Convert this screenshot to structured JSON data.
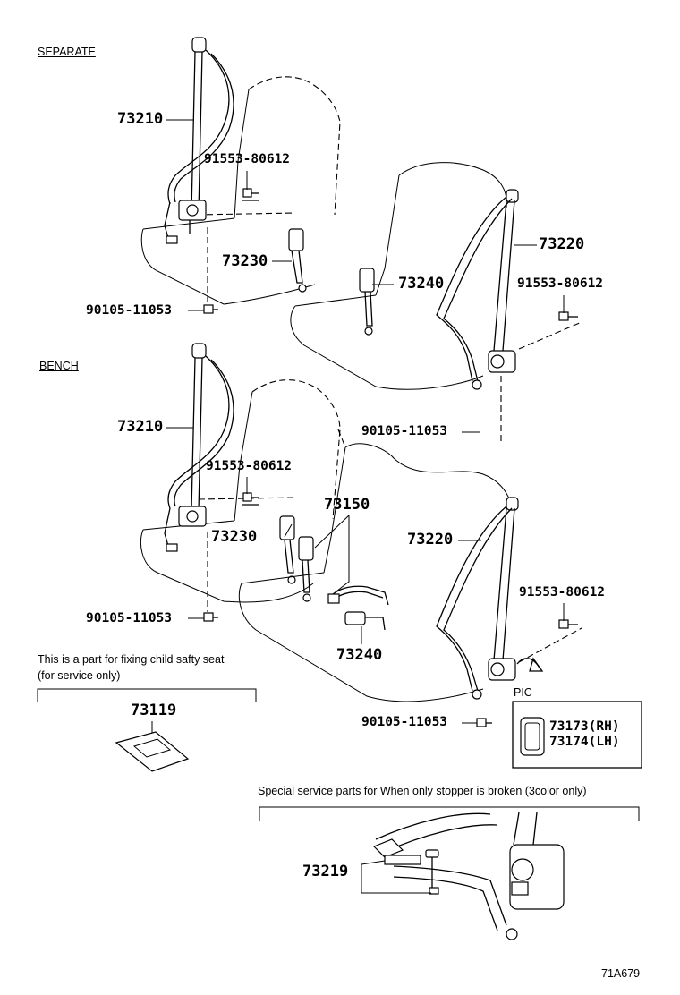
{
  "sections": {
    "separate": "SEPARATE",
    "bench": "BENCH"
  },
  "separate": {
    "shoulder_belt_left": "73210",
    "bolt_top": "91553-80612",
    "buckle_left": "73230",
    "bolt_bottom": "90105-11053",
    "buckle_right": "73240",
    "shoulder_belt_right": "73220",
    "bolt_right": "91553-80612"
  },
  "bench": {
    "shoulder_belt_left": "73210",
    "bolt_top": "91553-80612",
    "center_belt": "73150",
    "buckle_left": "73230",
    "bolt_bottom": "90105-11053",
    "buckle_center": "73240",
    "bolt_mid": "90105-11053",
    "shoulder_belt_right": "73220",
    "bolt_right": "91553-80612",
    "bolt_lower_right": "90105-11053"
  },
  "child_seat": {
    "note_line1": "This is a part for fixing child safty seat",
    "note_line2": "(for service only)",
    "part_number": "73119"
  },
  "pic": {
    "label": "PIC",
    "rh": "73173(RH)",
    "lh": "73174(LH)"
  },
  "stopper": {
    "note": "Special service parts for When only stopper is broken (3color only)",
    "part_number": "73219"
  },
  "diagram_code": "71A679"
}
